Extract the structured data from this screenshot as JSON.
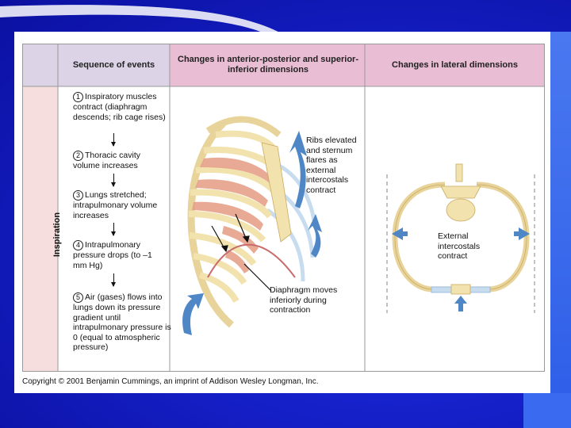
{
  "table": {
    "col_sequence": "Sequence of events",
    "col_ap": "Changes in anterior-posterior and superior-inferior dimensions",
    "col_lateral": "Changes in lateral dimensions",
    "row_label": "Inspiration"
  },
  "steps": [
    {
      "num": "1",
      "text": "Inspiratory muscles contract (diaphragm descends; rib cage rises)"
    },
    {
      "num": "2",
      "text": "Thoracic cavity volume increases"
    },
    {
      "num": "3",
      "text": "Lungs stretched; intrapulmonary volume increases"
    },
    {
      "num": "4",
      "text": "Intrapulmonary pressure drops (to –1 mm Hg)"
    },
    {
      "num": "5",
      "text": "Air (gases) flows into lungs down its pressure gradient until intrapulmonary pressure is 0 (equal to atmospheric pressure)"
    }
  ],
  "labels": {
    "ribs": "Ribs elevated and sternum flares as external intercostals contract",
    "diaphragm": "Diaphragm moves inferiorly during contraction",
    "external": "External intercostals contract"
  },
  "copyright": "Copyright © 2001 Benjamin Cummings, an imprint of Addison Wesley Longman, Inc.",
  "colors": {
    "header_pink": "#e9bdd3",
    "header_lilac": "#dcd4e6",
    "row_pink": "#f7dede",
    "bone": "#f7e7b0",
    "muscle": "#e6a08a",
    "arrow_blue": "#4f86c6"
  }
}
